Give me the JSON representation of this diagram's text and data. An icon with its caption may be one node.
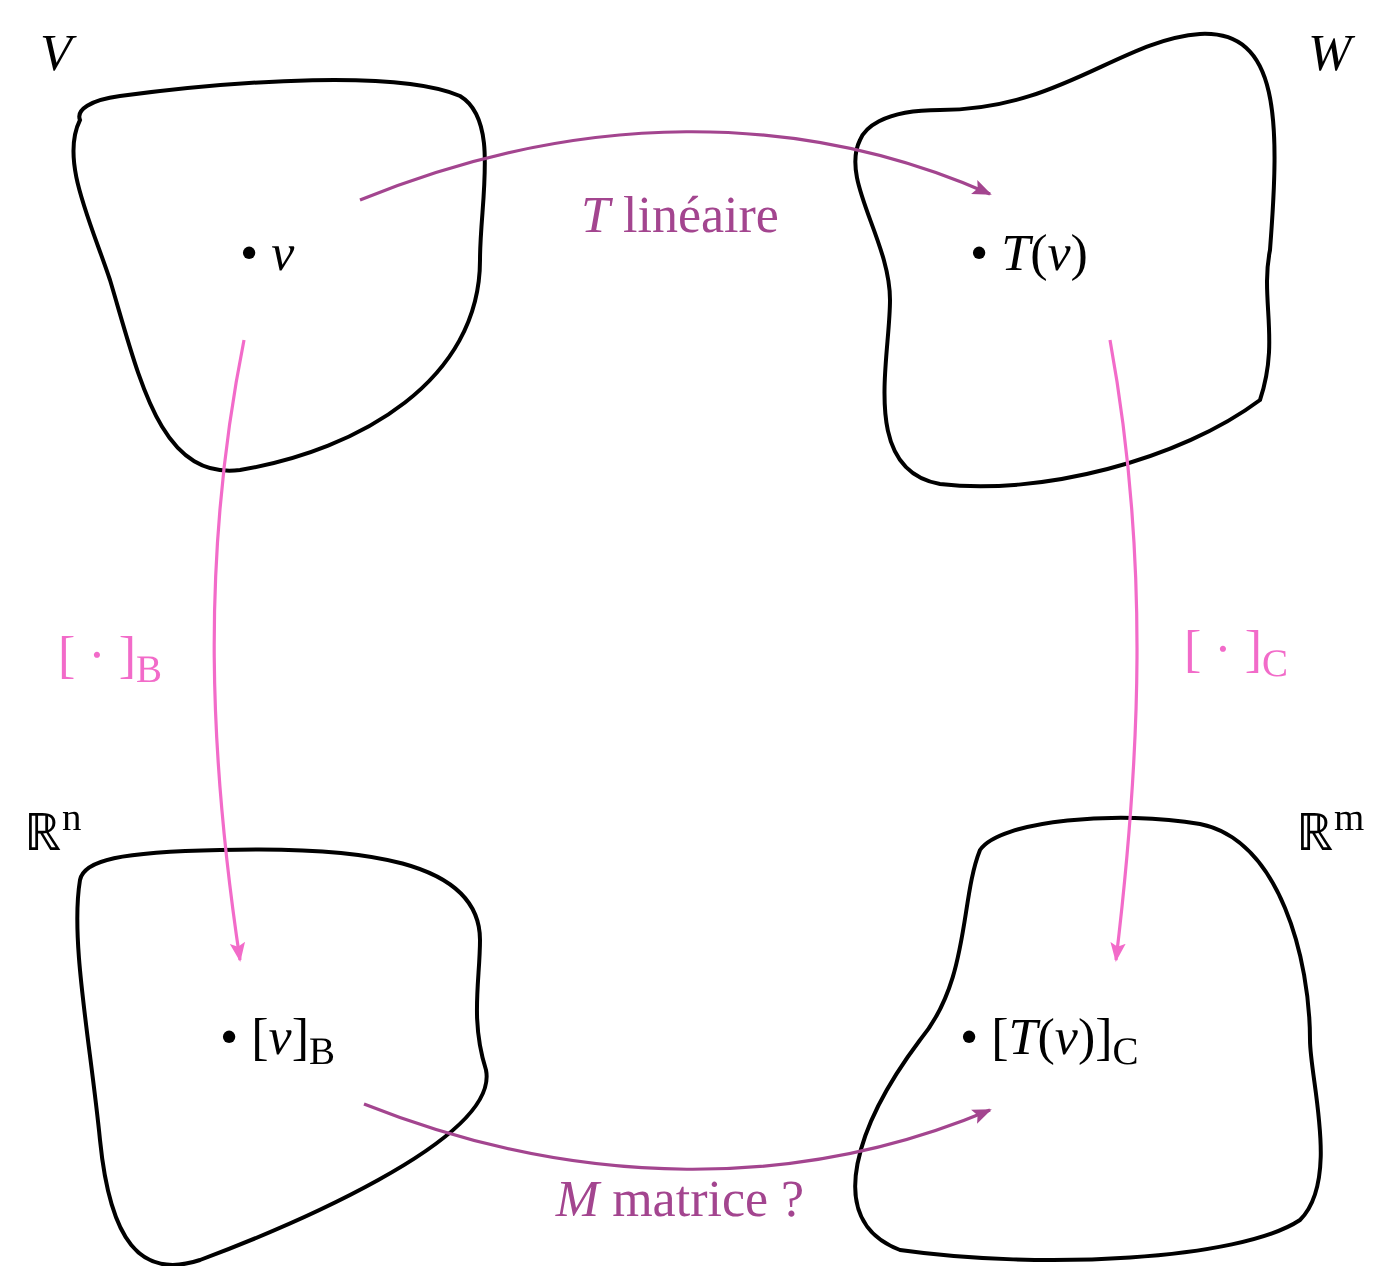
{
  "diagram": {
    "nodes": [
      {
        "text": [
          "*V*",
          "• *v*"
        ]
      },
      {
        "text": [
          "*W*",
          "• *T*(*v*)"
        ]
      },
      {
        "text": [
          "ℝ$^{n}$",
          "• [*v*]$_{B}$"
        ]
      },
      {
        "text": [
          "ℝ$^{m}$",
          "• [*T*(*v*)]$_{C}$"
        ]
      }
    ],
    "edges": [
      {
        "from": 0,
        "to": 1,
        "arrow": "to",
        "label": "*T* linéaire",
        "color": "#a3458f"
      },
      {
        "from": 0,
        "to": 2,
        "arrow": "to",
        "label": "[ · ]$_{B}$",
        "color": "#f26bc9"
      },
      {
        "from": 1,
        "to": 3,
        "arrow": "to",
        "label": "[ · ]$_{C}$",
        "color": "#f26bc9"
      },
      {
        "from": 2,
        "to": 3,
        "arrow": "to",
        "label": "*M* matrice ?",
        "color": "#a3458f"
      }
    ]
  }
}
